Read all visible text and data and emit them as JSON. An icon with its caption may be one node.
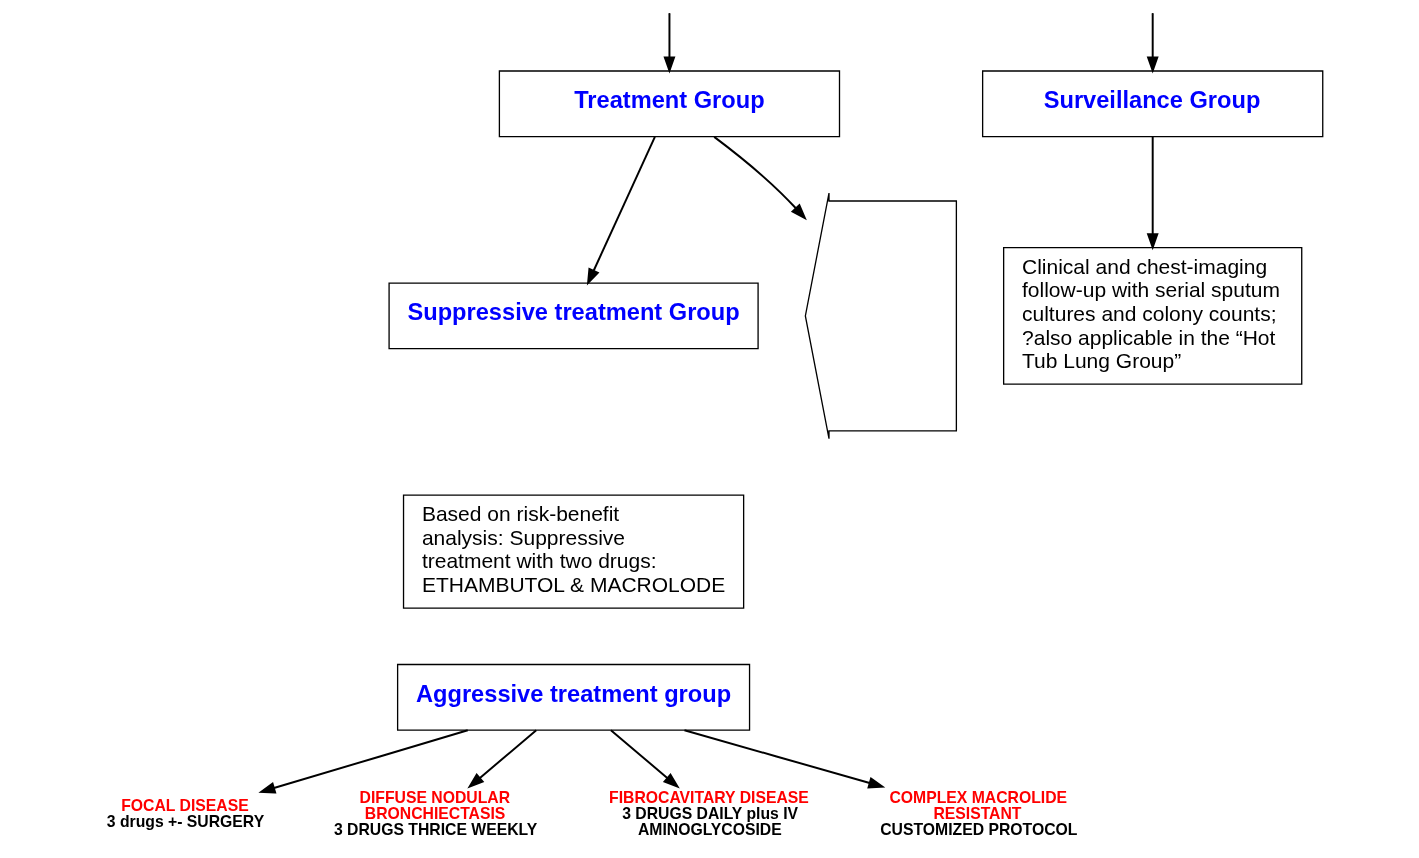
{
  "diagram": {
    "nodes": [
      {
        "text": [
          "Surveillance Group"
        ]
      },
      {
        "text": [
          "Treatment Group"
        ]
      },
      {
        "text": [
          "Clinical and chest-imaging follow-up with serial sputum cultures and colony counts; ?also applicable in the “Hot Tub Lung Group”"
        ]
      },
      {
        "text": [
          "Suppressive treatment Group"
        ]
      },
      {
        "text": [
          "Based on risk-benefit analysis: Suppressive treatment with two drugs: ETHAMBUTOL & MACROLODE"
        ]
      },
      {
        "text": [
          "Aggressive treatment group"
        ]
      },
      {
        "text": [
          "FOCAL DISEASE",
          "3 drugs +- SURGERY"
        ]
      },
      {
        "text": [
          "DIFFUSE NODULAR BRONCHIECTASIS",
          "3 DRUGS THRICE WEEKLY"
        ]
      },
      {
        "text": [
          "FIBROCAVITARY DISEASE",
          "3 DRUGS DAILY plus IV AMINOGLYCOSIDE"
        ]
      },
      {
        "text": [
          "COMPLEX MACROLIDE RESISTANT",
          "CUSTOMIZED PROTOCOL"
        ]
      },
      {
        "text": [],
        "shape": "callout"
      }
    ],
    "edges": [
      {
        "from": null,
        "to": 0,
        "arrow": "to"
      },
      {
        "from": null,
        "to": 1,
        "arrow": "to"
      },
      {
        "from": 0,
        "to": 2,
        "arrow": "to"
      },
      {
        "from": 1,
        "to": 3,
        "arrow": "to"
      },
      {
        "from": 1,
        "to": 10,
        "arrow": "to"
      },
      {
        "from": 5,
        "to": 6,
        "arrow": "to"
      },
      {
        "from": 5,
        "to": 7,
        "arrow": "to"
      },
      {
        "from": 5,
        "to": 8,
        "arrow": "to"
      },
      {
        "from": 5,
        "to": 9,
        "arrow": "to"
      }
    ]
  }
}
